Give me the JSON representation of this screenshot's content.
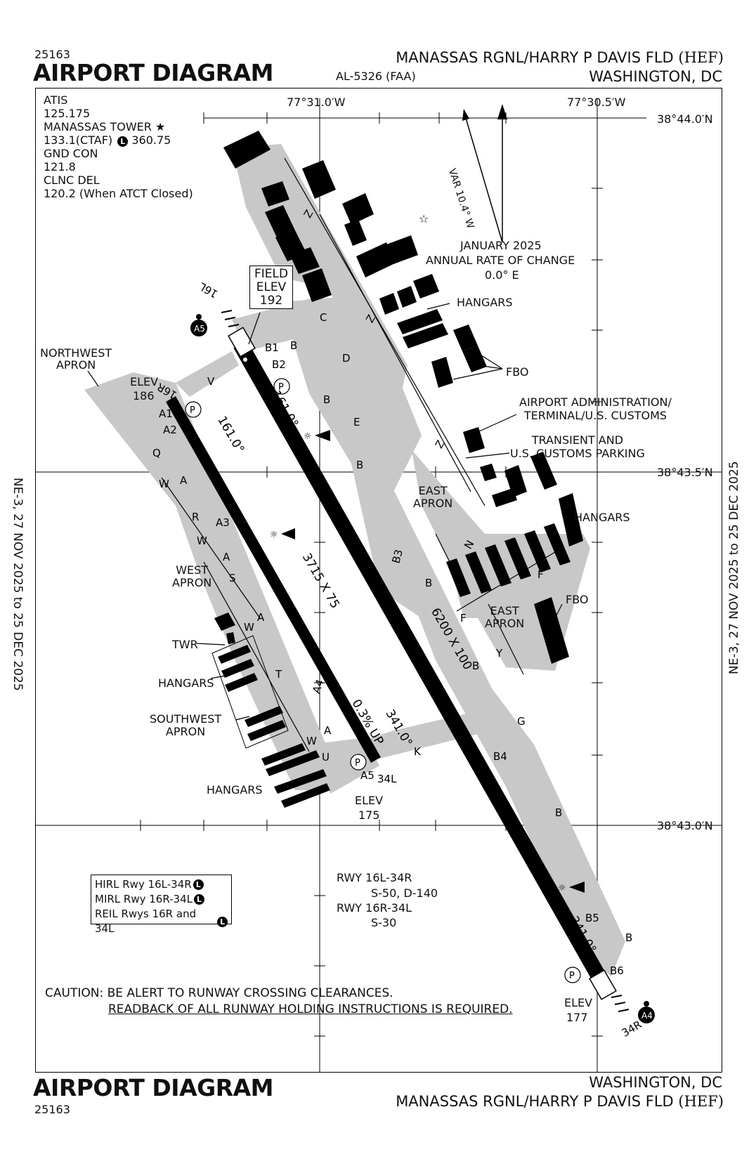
{
  "header": {
    "chart_number": "25163",
    "title": "AIRPORT DIAGRAM",
    "airport_name": "MANASSAS RGNL/HARRY P DAVIS FLD",
    "airport_code": "(HEF)",
    "doc_id": "AL-5326 (FAA)",
    "city": "WASHINGTON, DC"
  },
  "footer": {
    "title": "AIRPORT DIAGRAM",
    "chart_number": "25163",
    "city": "WASHINGTON, DC",
    "airport_name": "MANASSAS RGNL/HARRY P DAVIS FLD",
    "airport_code": "(HEF)"
  },
  "effective_dates": {
    "left": "NE-3, 27 NOV 2025 to 25 DEC 2025",
    "right": "NE-3, 27 NOV 2025 to 25 DEC 2025"
  },
  "coordinates": {
    "lon_left": "77°31.0′W",
    "lon_right": "77°30.5′W",
    "lat_top": "38°44.0′N",
    "lat_mid": "38°43.5′N",
    "lat_bottom": "38°43.0′N"
  },
  "frequencies": [
    "ATIS",
    "125.175",
    "MANASSAS TOWER ★",
    "133.1(CTAF)",
    "360.75",
    "GND CON",
    "121.8",
    "CLNC DEL",
    "120.2 (When ATCT Closed)"
  ],
  "magnetic": {
    "variation": "VAR 10.4° W",
    "date": "JANUARY 2025",
    "rate_label": "ANNUAL RATE OF CHANGE",
    "rate": "0.0° E"
  },
  "field_elev": {
    "label1": "FIELD",
    "label2": "ELEV",
    "value": "192"
  },
  "runways": {
    "r16R_end": "16R",
    "r34L_end": "34L",
    "r16L_end": "16L",
    "r34R_end": "34R",
    "r16R_34L_dims": "3715 X 75",
    "r16L_34R_dims": "6200 X 100",
    "hdg_161_a": "161.0°",
    "hdg_161_b": "161.0°",
    "hdg_341_a": "341.0°",
    "hdg_341_b": "341.0°",
    "gradient": "0.3% UP"
  },
  "elevations": {
    "elev_label": "ELEV",
    "e186": "186",
    "e175": "175",
    "e177": "177"
  },
  "labels": {
    "northwest_apron": "NORTHWEST\nAPRON",
    "west_apron": "WEST\nAPRON",
    "east_apron_1": "EAST\nAPRON",
    "east_apron_2": "EAST\nAPRON",
    "southwest_apron": "SOUTHWEST\nAPRON",
    "hangars": "HANGARS",
    "fbo": "FBO",
    "admin": "AIRPORT ADMINISTRATION/\nTERMINAL/U.S. CUSTOMS",
    "transient": "TRANSIENT AND\nU.S. CUSTOMS PARKING",
    "twr": "TWR",
    "hotspot_a5": "A5",
    "hotspot_a4": "A4",
    "parking": "P"
  },
  "taxiways": {
    "A1": "A1",
    "A2": "A2",
    "A3": "A3",
    "A4": "A4",
    "A5": "A5",
    "B1": "B1",
    "B2": "B2",
    "B3": "B3",
    "B4": "B4",
    "B5": "B5",
    "B6": "B6",
    "A": "A",
    "B": "B",
    "C": "C",
    "D": "D",
    "E": "E",
    "F": "F",
    "G": "G",
    "K": "K",
    "Q": "Q",
    "R": "R",
    "S": "S",
    "T": "T",
    "U": "U",
    "V": "V",
    "W": "W",
    "Y": "Y",
    "Z": "Z",
    "N": "N"
  },
  "lighting": {
    "line1": "HIRL Rwy 16L-34R",
    "line2": "MIRL Rwy 16R-34L",
    "line3": "REIL Rwys 16R and 34L",
    "badge": "L"
  },
  "strength": {
    "r1": "RWY 16L-34R",
    "r1v": "S-50, D-140",
    "r2": "RWY 16R-34L",
    "r2v": "S-30"
  },
  "caution": {
    "line1": "CAUTION: BE ALERT TO RUNWAY CROSSING CLEARANCES.",
    "line2": "READBACK OF ALL RUNWAY HOLDING INSTRUCTIONS IS REQUIRED."
  },
  "colors": {
    "pavement": "#c8c8c8",
    "runway": "#000000",
    "building": "#000000"
  }
}
